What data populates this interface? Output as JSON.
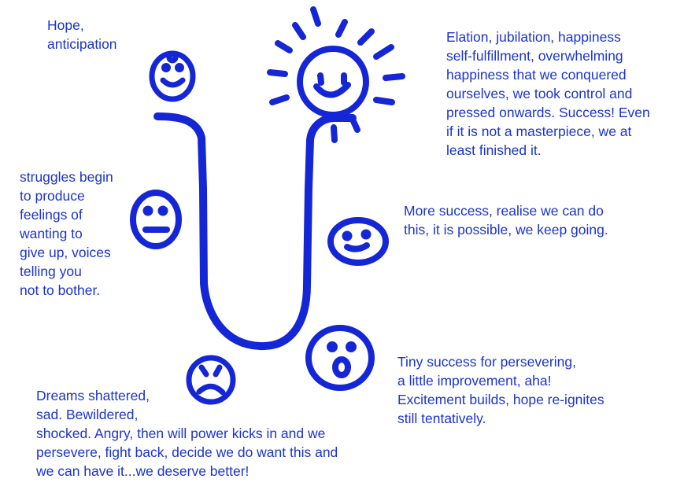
{
  "colors": {
    "ink": "#1426d6",
    "text": "#1b34cf",
    "background": "#ffffff"
  },
  "labels": {
    "hope": "Hope,\nanticipation",
    "elation": "Elation, jubilation, happiness\nself-fulfillment, overwhelming\nhappiness that we conquered\nourselves, we took control and\npressed onwards. Success! Even\nif it is not a masterpiece, we at\nleast finished it.",
    "struggles": "struggles begin\nto produce\nfeelings of\nwanting to\ngive up, voices\ntelling you\nnot to bother.",
    "more_success": "More success, realise we can do\nthis, it is possible, we keep going.",
    "tiny_success": "Tiny success for persevering,\na little improvement, aha!\nExcitement builds, hope re-ignites\nstill tentatively.",
    "dreams_top": "Dreams shattered,\nsad. Bewildered,",
    "dreams_bottom": "shocked. Angry, then will power kicks in and we\npersevere, fight back, decide we do want this and\nwe can have it...we deserve better!"
  },
  "faces": {
    "hope": "small-smiley-face-icon",
    "sun": "sun-smiley-face-icon",
    "neutral": "neutral-face-icon",
    "content": "content-smiley-face-icon",
    "surprised": "surprised-face-icon",
    "sad": "sad-face-icon"
  }
}
